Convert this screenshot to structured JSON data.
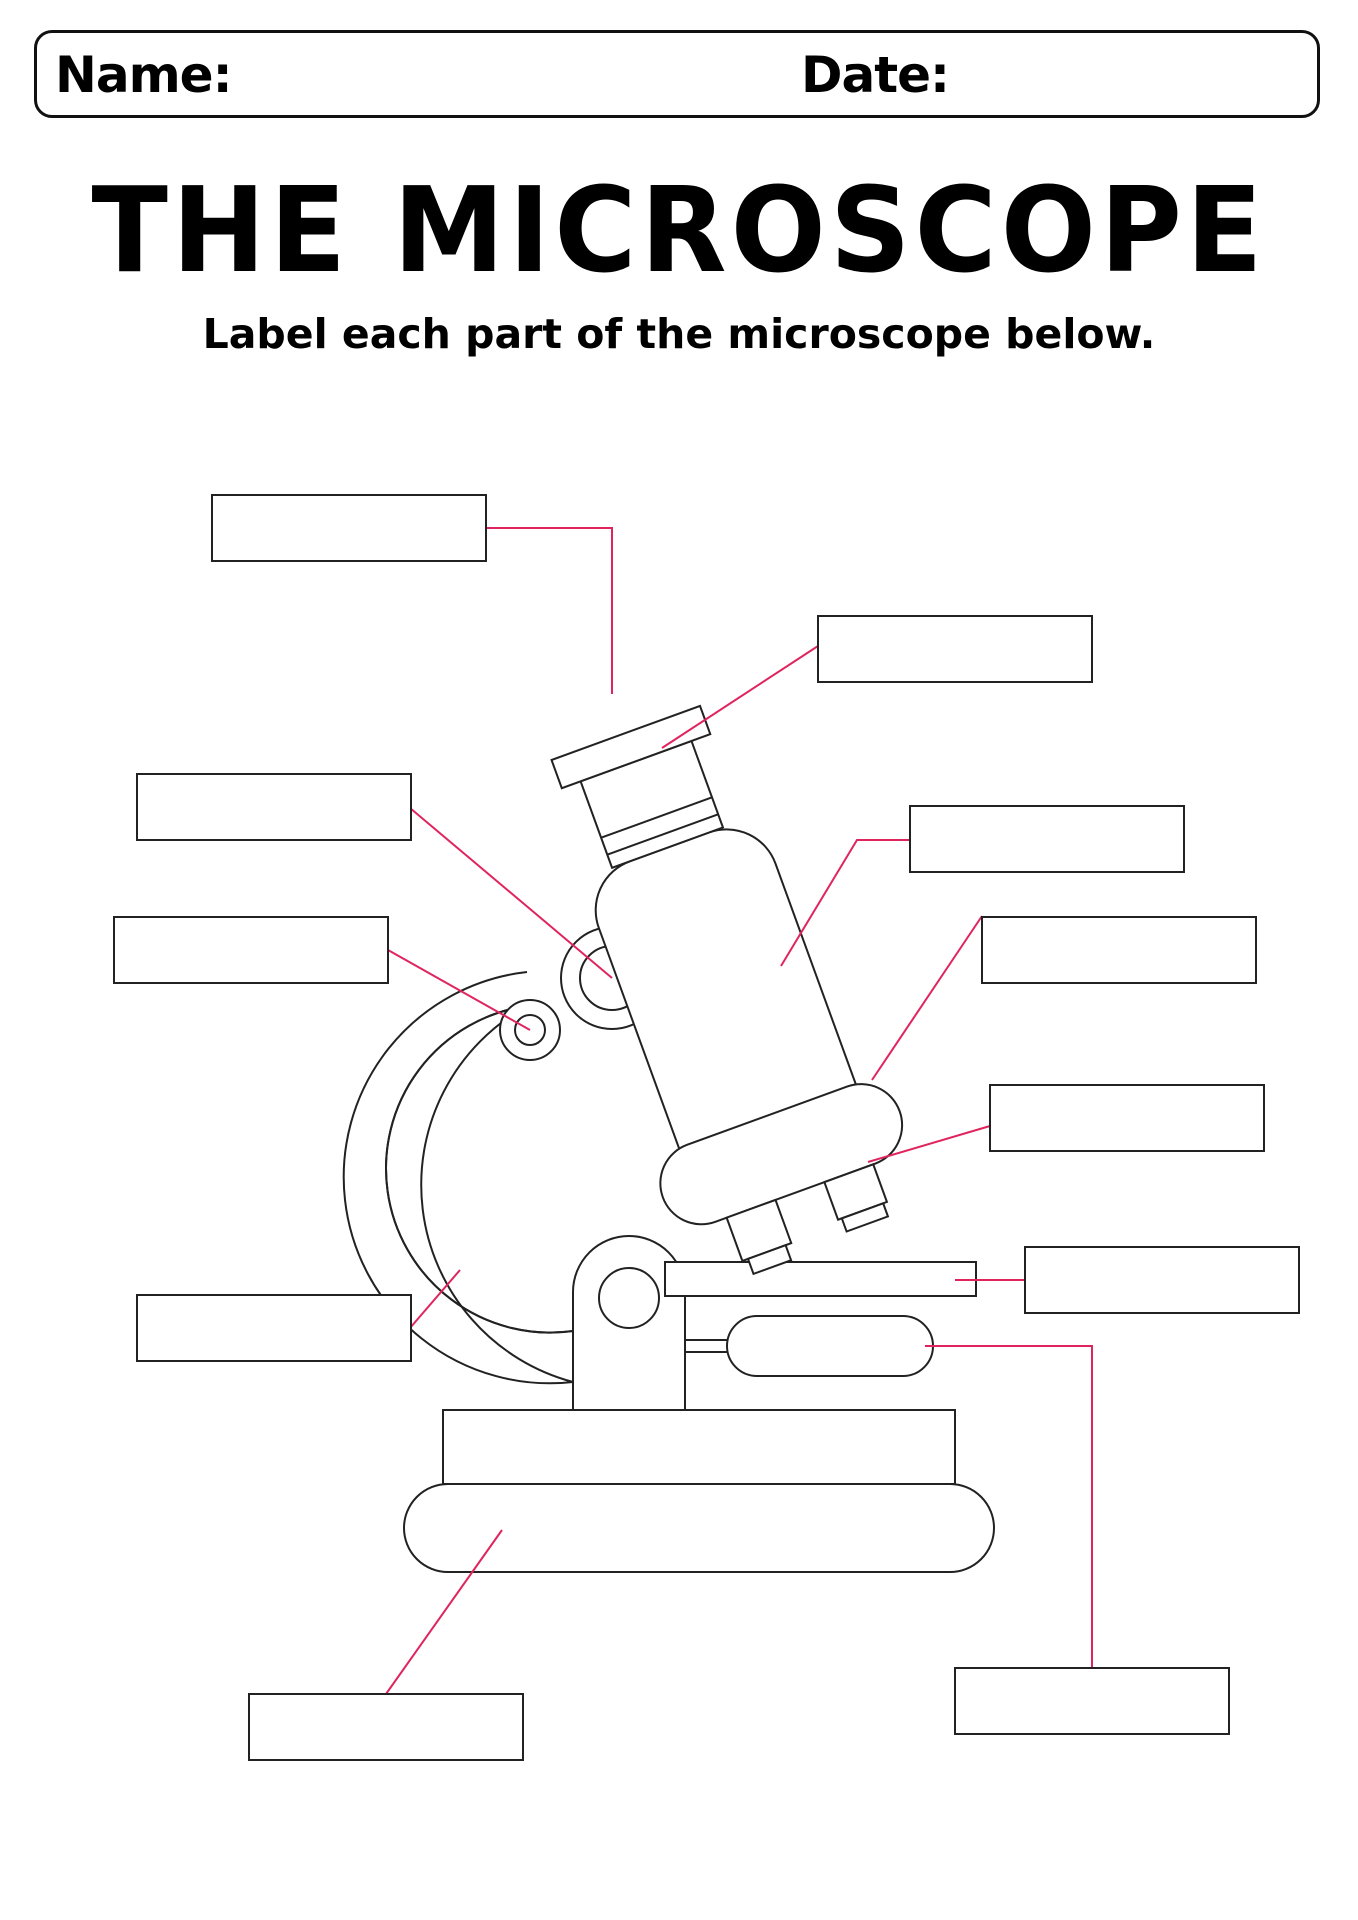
{
  "header": {
    "name_label": "Name:",
    "date_label": "Date:"
  },
  "title": "THE MICROSCOPE",
  "subtitle": "Label each part of the microscope below.",
  "colors": {
    "leader_line": "#e0245e",
    "outline": "#222222"
  }
}
